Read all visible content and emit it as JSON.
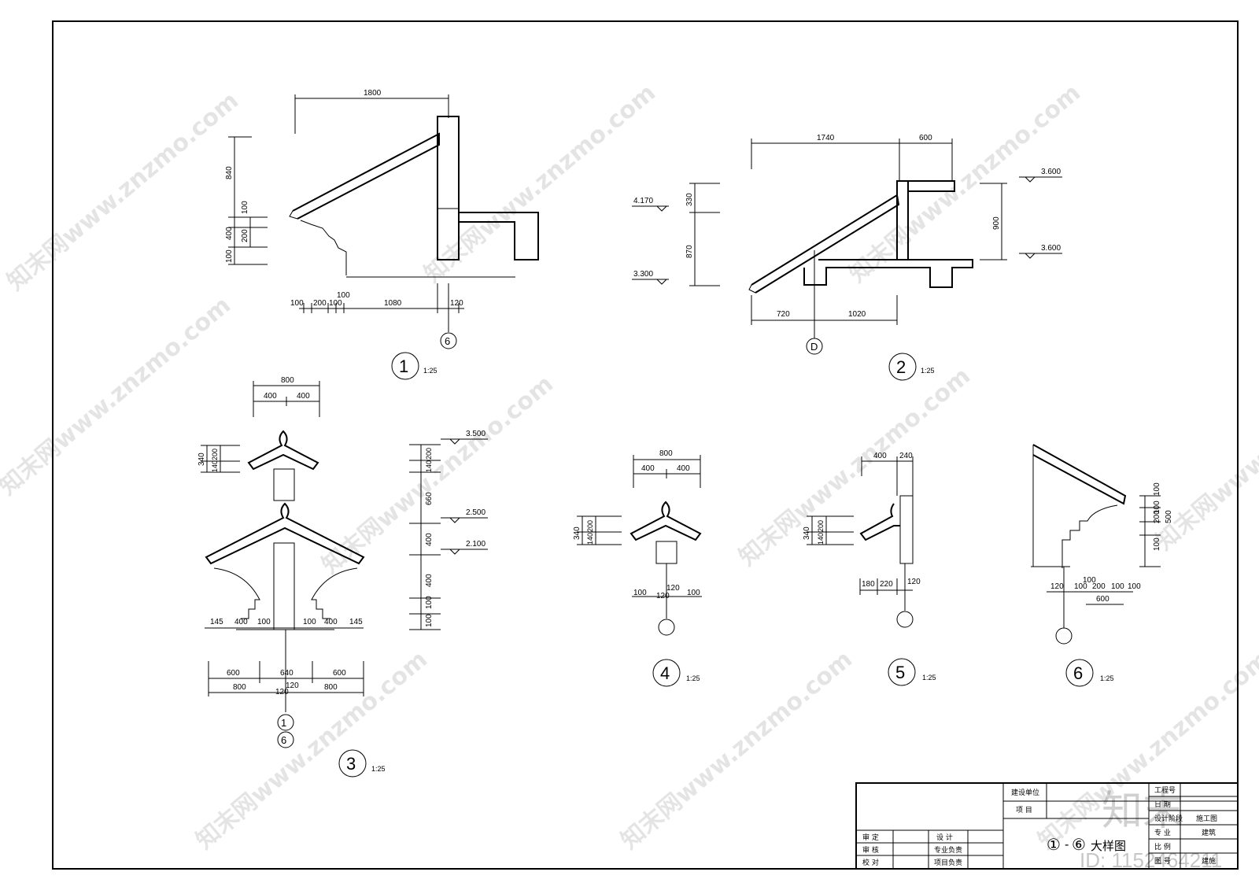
{
  "watermark": {
    "site": "知末网www.znzmo.com",
    "logo": "知末",
    "id_text": "ID: 1152464211"
  },
  "details": {
    "d1": {
      "id": "1",
      "scale": "1:25",
      "axis": "6",
      "dim_top": "1800",
      "dims_left": [
        "840",
        "100",
        "200",
        "400",
        "100"
      ],
      "dims_bottom": [
        "100",
        "200",
        "100",
        "100",
        "1080",
        "120"
      ]
    },
    "d2": {
      "id": "2",
      "scale": "1:25",
      "axis": "D",
      "dims_top": [
        "1740",
        "600"
      ],
      "dims_left": [
        "330",
        "870"
      ],
      "levels_left": [
        "4.170",
        "3.300"
      ],
      "dim_right": "900",
      "levels_right": [
        "3.600",
        "3.600"
      ],
      "dims_bottom": [
        "720",
        "1020"
      ]
    },
    "d3": {
      "id": "3",
      "scale": "1:25",
      "axes": [
        "1",
        "6"
      ],
      "dims_top": [
        "800",
        "400",
        "400"
      ],
      "dims_left": [
        "340",
        "140",
        "200"
      ],
      "dims_right": [
        "140",
        "200",
        "660",
        "400",
        "400",
        "100",
        "100"
      ],
      "levels": [
        "3.500",
        "2.500",
        "2.100"
      ],
      "dims_row1": [
        "145",
        "400",
        "100",
        "100",
        "400",
        "145"
      ],
      "dims_row2": [
        "600",
        "640",
        "600"
      ],
      "dims_row3": [
        "800",
        "120",
        "120",
        "800"
      ]
    },
    "d4": {
      "id": "4",
      "scale": "1:25",
      "dims_top": [
        "800",
        "400",
        "400"
      ],
      "dims_left": [
        "340",
        "140",
        "200"
      ],
      "dims_bottom": [
        "100",
        "120",
        "120",
        "100"
      ]
    },
    "d5": {
      "id": "5",
      "scale": "1:25",
      "dims_top": [
        "400",
        "240"
      ],
      "dims_left": [
        "340",
        "140",
        "200"
      ],
      "dims_bottom": [
        "180",
        "220",
        "120"
      ]
    },
    "d6": {
      "id": "6",
      "scale": "1:25",
      "dims_right": [
        "100",
        "200",
        "100",
        "500",
        "100"
      ],
      "dims_bottom": [
        "120",
        "100",
        "100",
        "200",
        "100",
        "100"
      ],
      "dim_bottom2": "600"
    }
  },
  "title_block": {
    "client_label": "建设单位",
    "project_label": "项 目",
    "job_no_label": "工程号",
    "date_label": "日 期",
    "stage_label": "设计阶段",
    "stage_value": "施工图",
    "discipline_label": "专 业",
    "discipline_value": "建筑",
    "ratio_label": "比 例",
    "sheet_label": "图 号",
    "sheet_value": "建施",
    "review": "审 定",
    "check": "审 核",
    "proof": "校 对",
    "design": "设 计",
    "spec_lead": "专业负责",
    "proj_lead": "项目负责",
    "drawing_title_a": "①",
    "drawing_title_dash": "-",
    "drawing_title_b": "⑥",
    "drawing_title_text": "大样图"
  }
}
